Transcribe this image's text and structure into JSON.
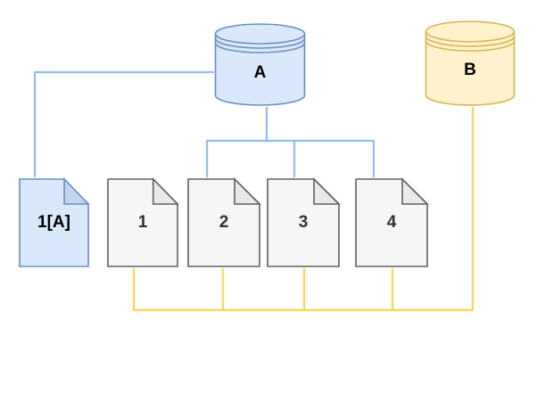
{
  "nodes": {
    "cylinder_a": {
      "label": "A",
      "fill": "#dae8fc",
      "stroke": "#6c8ebf"
    },
    "cylinder_b": {
      "label": "B",
      "fill": "#fff2cc",
      "stroke": "#d6b656"
    },
    "doc_1a": {
      "label": "1[A]",
      "fill": "#dae8fc",
      "stroke": "#6c8ebf",
      "fold_fill": "#c3d5ef"
    },
    "doc_1": {
      "label": "1",
      "fill": "#f6f6f6",
      "stroke": "#616161",
      "fold_fill": "#e9e9e9"
    },
    "doc_2": {
      "label": "2",
      "fill": "#f6f6f6",
      "stroke": "#616161",
      "fold_fill": "#e9e9e9"
    },
    "doc_3": {
      "label": "3",
      "fill": "#f6f6f6",
      "stroke": "#616161",
      "fold_fill": "#e9e9e9"
    },
    "doc_4": {
      "label": "4",
      "fill": "#f6f6f6",
      "stroke": "#616161",
      "fold_fill": "#e9e9e9"
    }
  },
  "edges": {
    "blue": {
      "color": "#92bdf2"
    },
    "yellow": {
      "color": "#ffd75e"
    }
  }
}
